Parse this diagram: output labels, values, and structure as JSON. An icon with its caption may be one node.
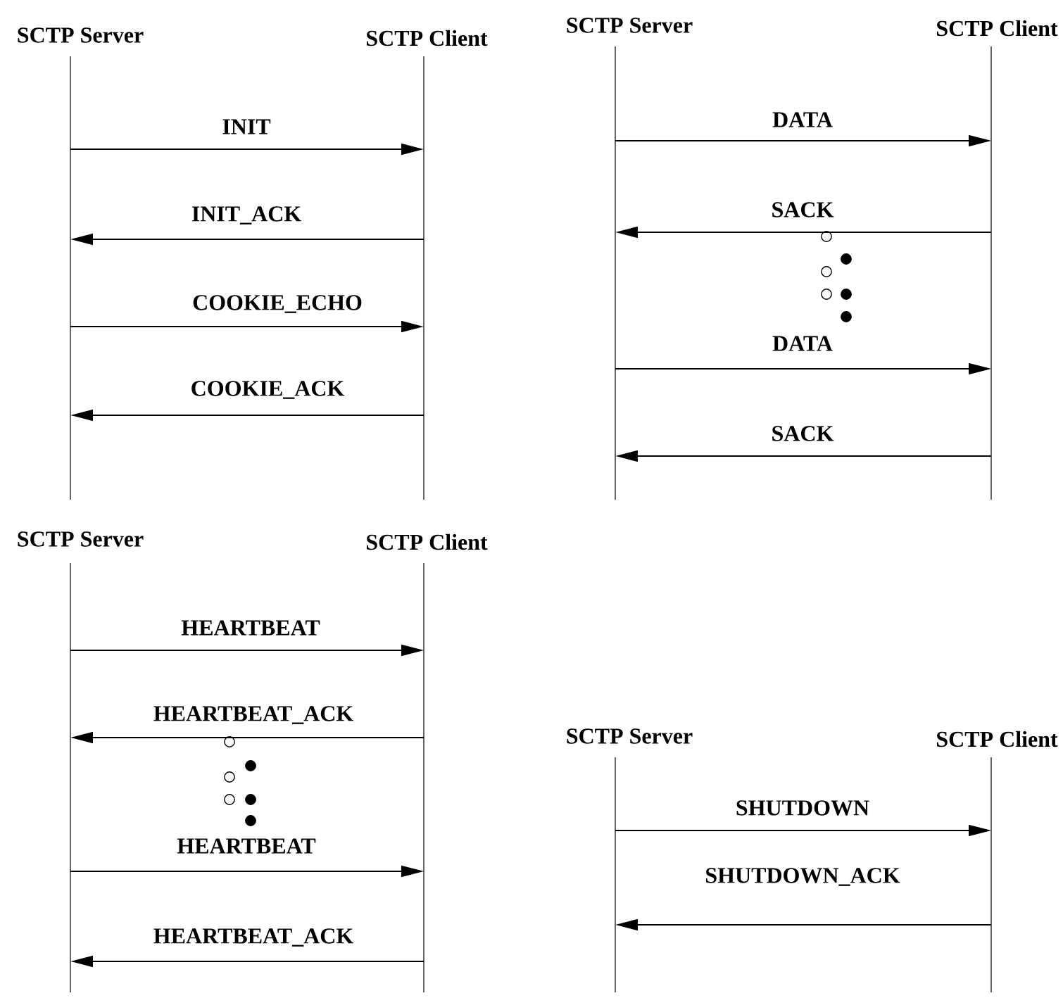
{
  "diagram": {
    "nodes": [
      {
        "text": [
          "SCTP Server"
        ]
      },
      {
        "text": [
          "SCTP Client"
        ]
      },
      {
        "text": [
          "SCTP Server"
        ]
      },
      {
        "text": [
          "SCTP Client"
        ]
      },
      {
        "text": [
          "SCTP Server"
        ]
      },
      {
        "text": [
          "SCTP Client"
        ]
      },
      {
        "text": [
          "SCTP Server"
        ]
      },
      {
        "text": [
          "SCTP Client"
        ]
      }
    ],
    "edges": [
      {
        "from": 0,
        "to": 1,
        "arrow": "to",
        "label": "INIT"
      },
      {
        "from": 1,
        "to": 0,
        "arrow": "to",
        "label": "INIT_ACK"
      },
      {
        "from": 0,
        "to": 1,
        "arrow": "to",
        "label": "COOKIE_ECHO"
      },
      {
        "from": 1,
        "to": 0,
        "arrow": "to",
        "label": "COOKIE_ACK"
      },
      {
        "from": 2,
        "to": 3,
        "arrow": "to",
        "label": "DATA"
      },
      {
        "from": 3,
        "to": 2,
        "arrow": "to",
        "label": "SACK"
      },
      {
        "from": 2,
        "to": 3,
        "arrow": "to",
        "label": "DATA"
      },
      {
        "from": 3,
        "to": 2,
        "arrow": "to",
        "label": "SACK"
      },
      {
        "from": 4,
        "to": 5,
        "arrow": "to",
        "label": "HEARTBEAT"
      },
      {
        "from": 5,
        "to": 4,
        "arrow": "to",
        "label": "HEARTBEAT_ACK"
      },
      {
        "from": 4,
        "to": 5,
        "arrow": "to",
        "label": "HEARTBEAT"
      },
      {
        "from": 5,
        "to": 4,
        "arrow": "to",
        "label": "HEARTBEAT_ACK"
      },
      {
        "from": 6,
        "to": 7,
        "arrow": "to",
        "label": "SHUTDOWN"
      },
      {
        "from": 7,
        "to": 6,
        "arrow": "to",
        "label": "SHUTDOWN_ACK"
      }
    ]
  }
}
